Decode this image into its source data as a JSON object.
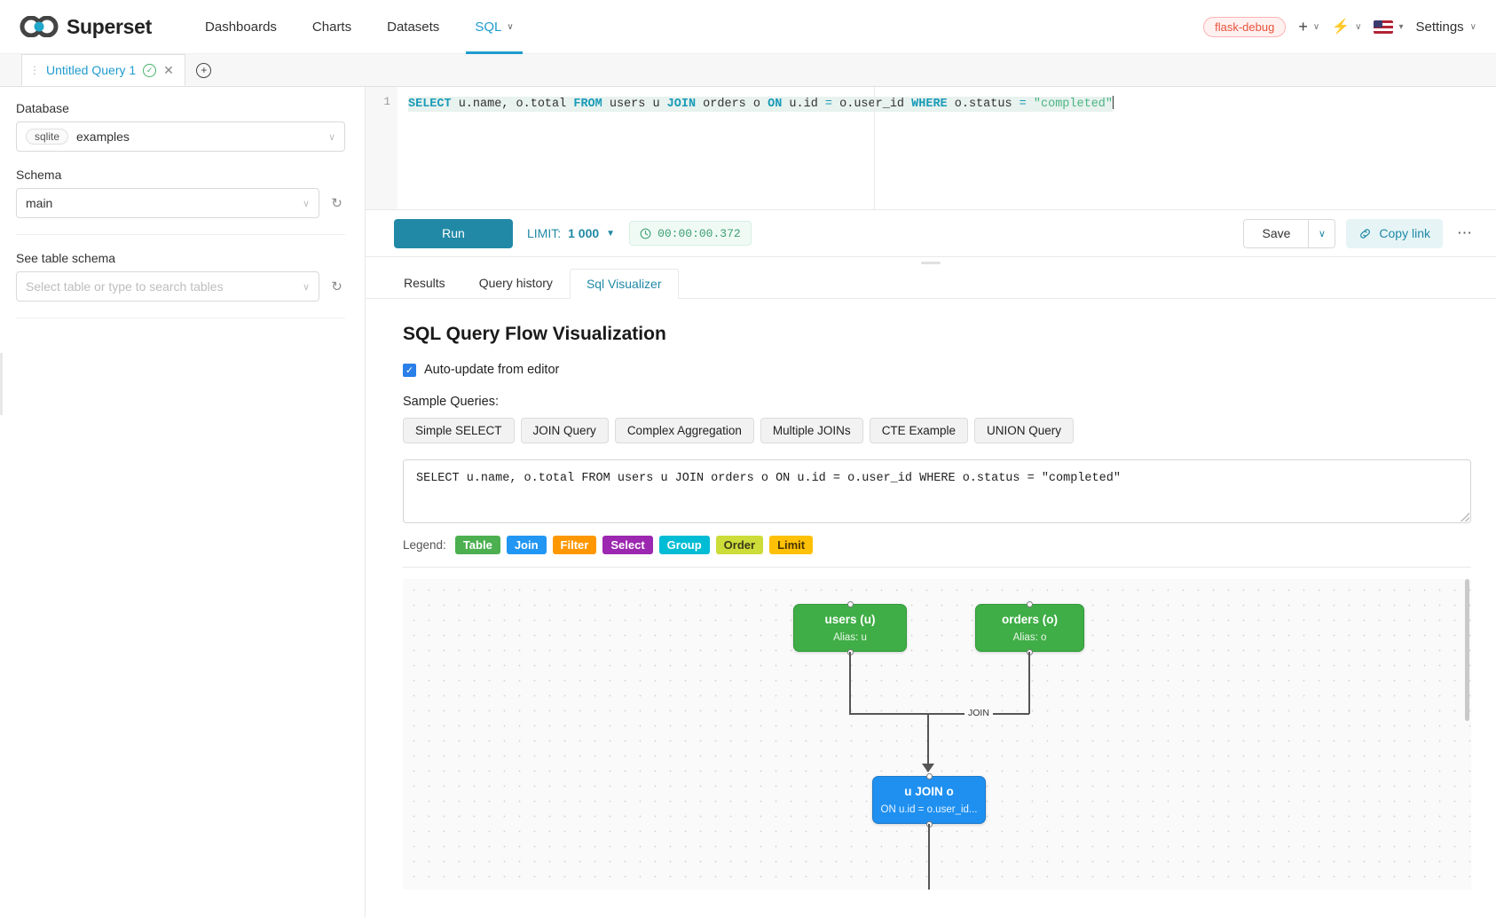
{
  "navbar": {
    "brand": "Superset",
    "links": [
      {
        "label": "Dashboards",
        "active": false,
        "caret": false
      },
      {
        "label": "Charts",
        "active": false,
        "caret": false
      },
      {
        "label": "Datasets",
        "active": false,
        "caret": false
      },
      {
        "label": "SQL",
        "active": true,
        "caret": true
      }
    ],
    "debug_badge": "flask-debug",
    "plus_icon": "plus-icon",
    "bolt_icon": "bolt-icon",
    "flag_icon": "us-flag-icon",
    "settings_label": "Settings",
    "caret_glyph": "∨",
    "triangle_glyph": "▾"
  },
  "tabstrip": {
    "query_tab": "Untitled Query 1",
    "grip_glyph": "⋮",
    "check_glyph": "✓",
    "close_glyph": "✕",
    "add_glyph": "+"
  },
  "left_panel": {
    "database_label": "Database",
    "database_chip": "sqlite",
    "database_value": "examples",
    "schema_label": "Schema",
    "schema_value": "main",
    "table_label": "See table schema",
    "table_placeholder": "Select table or type to search tables",
    "caret_glyph": "∨",
    "refresh_glyph": "↻"
  },
  "editor": {
    "line_number": "1",
    "tokens": [
      {
        "t": "SELECT",
        "c": "kw"
      },
      {
        "t": " u.name, o.total ",
        "c": ""
      },
      {
        "t": "FROM",
        "c": "kw"
      },
      {
        "t": " users u ",
        "c": ""
      },
      {
        "t": "JOIN",
        "c": "kw"
      },
      {
        "t": " orders o ",
        "c": ""
      },
      {
        "t": "ON",
        "c": "kw"
      },
      {
        "t": " u.id ",
        "c": ""
      },
      {
        "t": "=",
        "c": "op"
      },
      {
        "t": " o.user_id ",
        "c": ""
      },
      {
        "t": "WHERE",
        "c": "kw"
      },
      {
        "t": " o.status ",
        "c": ""
      },
      {
        "t": "=",
        "c": "op"
      },
      {
        "t": " ",
        "c": ""
      },
      {
        "t": "\"completed\"",
        "c": "str"
      }
    ]
  },
  "toolbar": {
    "run_label": "Run",
    "limit_label": "LIMIT:",
    "limit_value": "1 000",
    "timer_value": "00:00:00.372",
    "clock_icon": "clock-icon",
    "save_label": "Save",
    "save_caret": "∨",
    "copy_link_label": "Copy link",
    "link_icon": "link-icon",
    "more_glyph": "⋯"
  },
  "result_tabs": [
    {
      "label": "Results",
      "active": false
    },
    {
      "label": "Query history",
      "active": false
    },
    {
      "label": "Sql Visualizer",
      "active": true
    }
  ],
  "visualizer": {
    "title": "SQL Query Flow Visualization",
    "auto_update_label": "Auto-update from editor",
    "auto_update_checked": true,
    "sample_queries_label": "Sample Queries:",
    "sample_queries": [
      "Simple SELECT",
      "JOIN Query",
      "Complex Aggregation",
      "Multiple JOINs",
      "CTE Example",
      "UNION Query"
    ],
    "sql_text": "SELECT u.name, o.total FROM users u JOIN orders o ON u.id = o.user_id WHERE o.status = \"completed\"",
    "legend_label": "Legend:",
    "legend": [
      {
        "label": "Table",
        "color": "#4caf50"
      },
      {
        "label": "Join",
        "color": "#2196f3"
      },
      {
        "label": "Filter",
        "color": "#ff9800"
      },
      {
        "label": "Select",
        "color": "#9c27b0"
      },
      {
        "label": "Group",
        "color": "#00bcd4"
      },
      {
        "label": "Order",
        "color": "#cddc39"
      },
      {
        "label": "Limit",
        "color": "#ffc107"
      }
    ],
    "graph": {
      "nodes": [
        {
          "id": "users",
          "title": "users (u)",
          "sub": "Alias: u",
          "type": "table"
        },
        {
          "id": "orders",
          "title": "orders (o)",
          "sub": "Alias: o",
          "type": "table"
        },
        {
          "id": "join",
          "title": "u JOIN o",
          "sub": "ON u.id = o.user_id...",
          "type": "join"
        }
      ],
      "edges": [
        {
          "from": "users",
          "to": "join",
          "label": ""
        },
        {
          "from": "orders",
          "to": "join",
          "label": "JOIN"
        }
      ]
    }
  }
}
